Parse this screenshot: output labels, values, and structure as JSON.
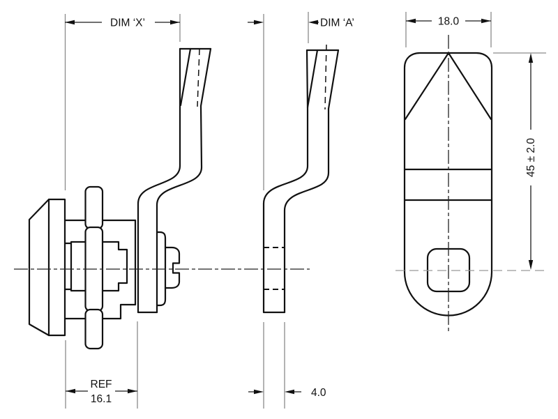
{
  "page": {
    "background": "#ffffff"
  },
  "drawing": {
    "outline_color": "#111111",
    "extension_line_color": "#8a8a8a",
    "centerline_color": "#222222",
    "dimensions": {
      "dim_x": "DIM ‘X’",
      "dim_a": "DIM ‘A’",
      "cam_width": "18.0",
      "cam_length": "45 ± 2.0",
      "ref_label": "REF",
      "ref_value": "16.1",
      "cam_thickness": "4.0"
    }
  }
}
